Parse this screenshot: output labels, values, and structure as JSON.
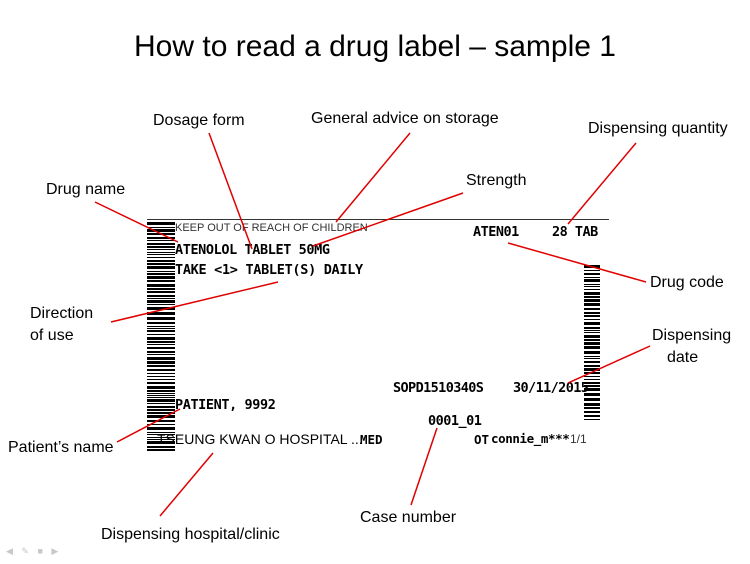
{
  "title": "How to read a drug label – sample 1",
  "label": {
    "keep_away": "KEEP OUT OF REACH OF CHILDREN",
    "drug_line": "ATENOLOL TABLET 50MG",
    "direction_line": "TAKE <1> TABLET(S) DAILY",
    "drug_code": "ATEN01",
    "quantity": "28 TAB",
    "case_number": "SOPD1510340S",
    "dispense_date": "30/11/2015",
    "patient": "PATIENT, 9992",
    "counter": "0001_01",
    "hospital": "TSEUNG KWAN O HOSPITAL ...",
    "dept": "MED",
    "ot": "OT",
    "staff": "connie_m***",
    "page": "1/1"
  },
  "callouts": {
    "dosage_form": "Dosage form",
    "storage": "General advice on storage",
    "dispensing_quantity": "Dispensing quantity",
    "drug_name": "Drug name",
    "strength": "Strength",
    "drug_code": "Drug code",
    "direction_1": "Direction",
    "direction_2": "of use",
    "dispensing_date_1": "Dispensing",
    "dispensing_date_2": "date",
    "patient_name": "Patient’s name",
    "case_number": "Case number",
    "hospital": "Dispensing hospital/clinic"
  },
  "colors": {
    "leader_line": "#e00000",
    "text": "#000000"
  }
}
